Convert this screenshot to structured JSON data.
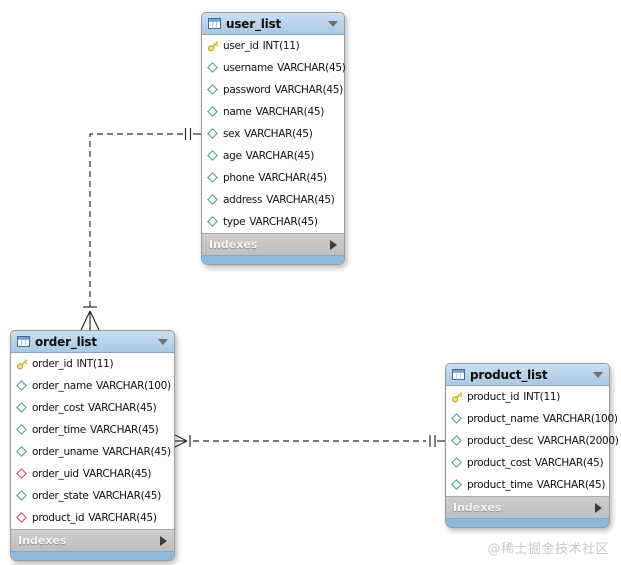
{
  "canvas": {
    "watermark": "@稀土掘金技术社区"
  },
  "colors": {
    "header_blue": "#b3d0e8",
    "footer_blue": "#8cb8da",
    "indexes_gray": "#c6c6c6",
    "primary_key_yellow": "#e9c832",
    "column_diamond_teal": "#4fa39a",
    "foreign_key_diamond_red": "#b85c6c",
    "relationship_line": "#2b2b2b",
    "watermark_gray": "#c9c9c9"
  },
  "tables": [
    {
      "title": "user_list",
      "indexes_label": "Indexes",
      "columns": [
        {
          "name": "user_id",
          "type": "INT(11)",
          "icon": "primary-key"
        },
        {
          "name": "username",
          "type": "VARCHAR(45)",
          "icon": "column"
        },
        {
          "name": "password",
          "type": "VARCHAR(45)",
          "icon": "column"
        },
        {
          "name": "name",
          "type": "VARCHAR(45)",
          "icon": "column"
        },
        {
          "name": "sex",
          "type": "VARCHAR(45)",
          "icon": "column"
        },
        {
          "name": "age",
          "type": "VARCHAR(45)",
          "icon": "column"
        },
        {
          "name": "phone",
          "type": "VARCHAR(45)",
          "icon": "column"
        },
        {
          "name": "address",
          "type": "VARCHAR(45)",
          "icon": "column"
        },
        {
          "name": "type",
          "type": "VARCHAR(45)",
          "icon": "column"
        }
      ]
    },
    {
      "title": "order_list",
      "indexes_label": "Indexes",
      "columns": [
        {
          "name": "order_id",
          "type": "INT(11)",
          "icon": "primary-key"
        },
        {
          "name": "order_name",
          "type": "VARCHAR(100)",
          "icon": "column"
        },
        {
          "name": "order_cost",
          "type": "VARCHAR(45)",
          "icon": "column"
        },
        {
          "name": "order_time",
          "type": "VARCHAR(45)",
          "icon": "column"
        },
        {
          "name": "order_uname",
          "type": "VARCHAR(45)",
          "icon": "column"
        },
        {
          "name": "order_uid",
          "type": "VARCHAR(45)",
          "icon": "column-fk"
        },
        {
          "name": "order_state",
          "type": "VARCHAR(45)",
          "icon": "column"
        },
        {
          "name": "product_id",
          "type": "VARCHAR(45)",
          "icon": "column-fk"
        }
      ]
    },
    {
      "title": "product_list",
      "indexes_label": "Indexes",
      "columns": [
        {
          "name": "product_id",
          "type": "INT(11)",
          "icon": "primary-key"
        },
        {
          "name": "product_name",
          "type": "VARCHAR(100)",
          "icon": "column"
        },
        {
          "name": "product_desc",
          "type": "VARCHAR(2000)",
          "icon": "column"
        },
        {
          "name": "product_cost",
          "type": "VARCHAR(45)",
          "icon": "column"
        },
        {
          "name": "product_time",
          "type": "VARCHAR(45)",
          "icon": "column"
        }
      ]
    }
  ],
  "relationships": [
    {
      "from": "user_list",
      "to": "order_list",
      "cardinality": "one-to-many",
      "line_style": "dashed"
    },
    {
      "from": "product_list",
      "to": "order_list",
      "cardinality": "one-to-many",
      "line_style": "dashed"
    }
  ]
}
